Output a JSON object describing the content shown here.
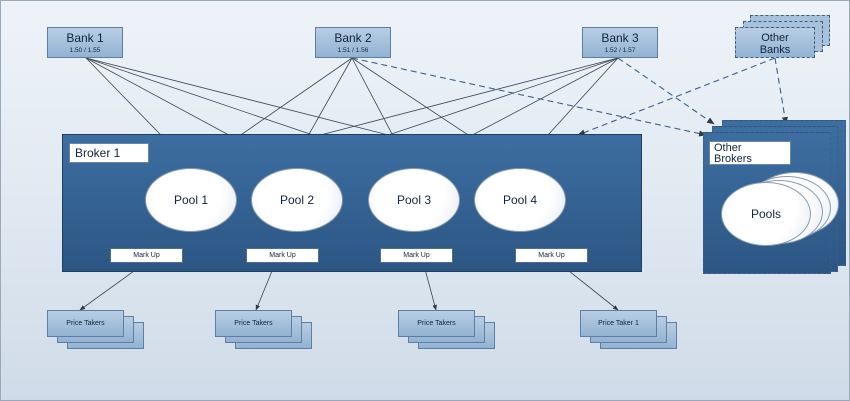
{
  "banks": [
    {
      "label": "Bank 1",
      "quote": "1.50 / 1.55"
    },
    {
      "label": "Bank 2",
      "quote": "1.51 / 1.56"
    },
    {
      "label": "Bank 3",
      "quote": "1.52 / 1.57"
    }
  ],
  "other_banks": {
    "label_line1": "Other",
    "label_line2": "Banks"
  },
  "broker": {
    "label": "Broker 1"
  },
  "pools": [
    {
      "label": "Pool 1"
    },
    {
      "label": "Pool 2"
    },
    {
      "label": "Pool 3"
    },
    {
      "label": "Pool 4"
    }
  ],
  "markups": [
    {
      "label": "Mark Up"
    },
    {
      "label": "Mark Up"
    },
    {
      "label": "Mark Up"
    },
    {
      "label": "Mark Up"
    }
  ],
  "other_brokers": {
    "label_line1": "Other",
    "label_line2": "Brokers",
    "pools_label": "Pools"
  },
  "price_takers": [
    {
      "label": "Price Takers"
    },
    {
      "label": "Price Takers"
    },
    {
      "label": "Price Takers"
    },
    {
      "label": "Price Taker 1"
    }
  ],
  "colors": {
    "broker_fill": "#2f5b8a",
    "bank_fill": "#a6c0dc",
    "line": "#3a4654",
    "dashed_line": "#3d5f86"
  }
}
